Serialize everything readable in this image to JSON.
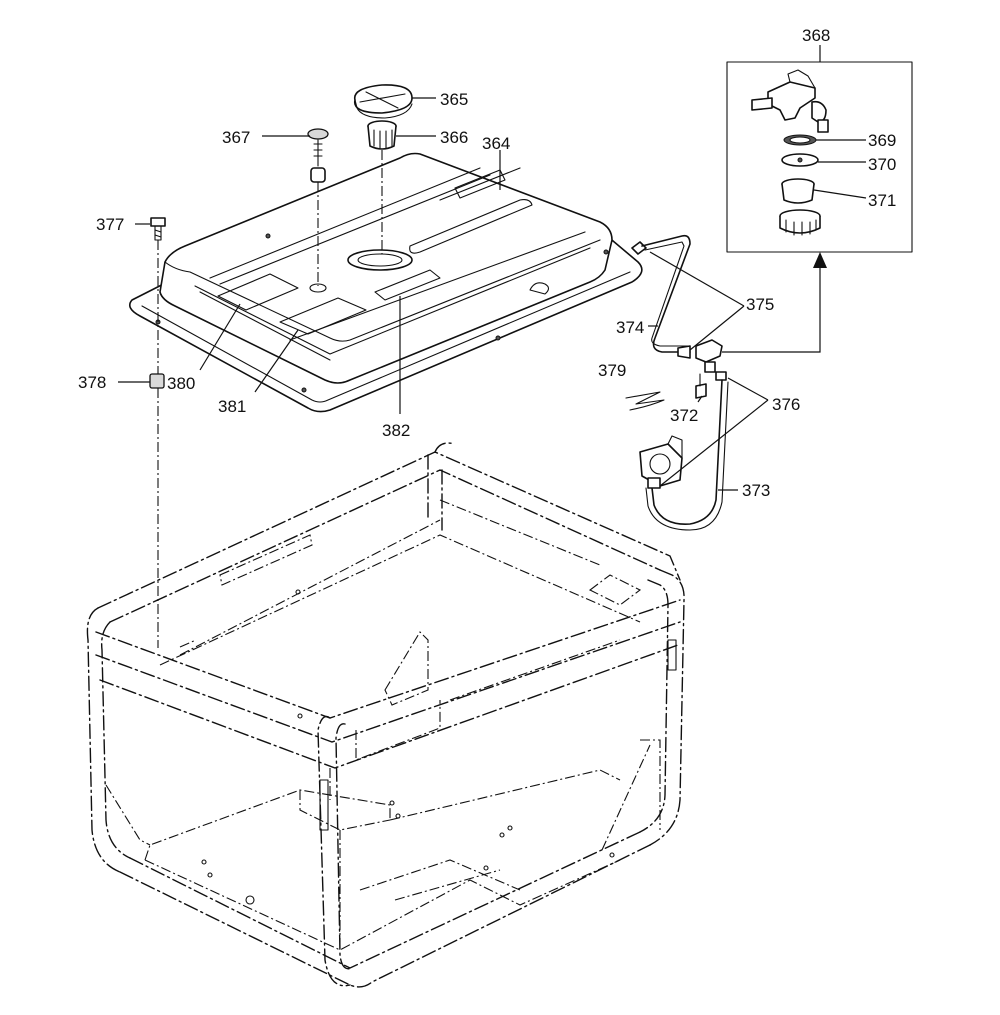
{
  "part_labels": {
    "p364": "364",
    "p365": "365",
    "p366": "366",
    "p367": "367",
    "p368": "368",
    "p369": "369",
    "p370": "370",
    "p371": "371",
    "p372": "372",
    "p373": "373",
    "p374": "374",
    "p375": "375",
    "p376": "376",
    "p377": "377",
    "p378": "378",
    "p379": "379",
    "p380": "380",
    "p381": "381",
    "p382": "382"
  }
}
